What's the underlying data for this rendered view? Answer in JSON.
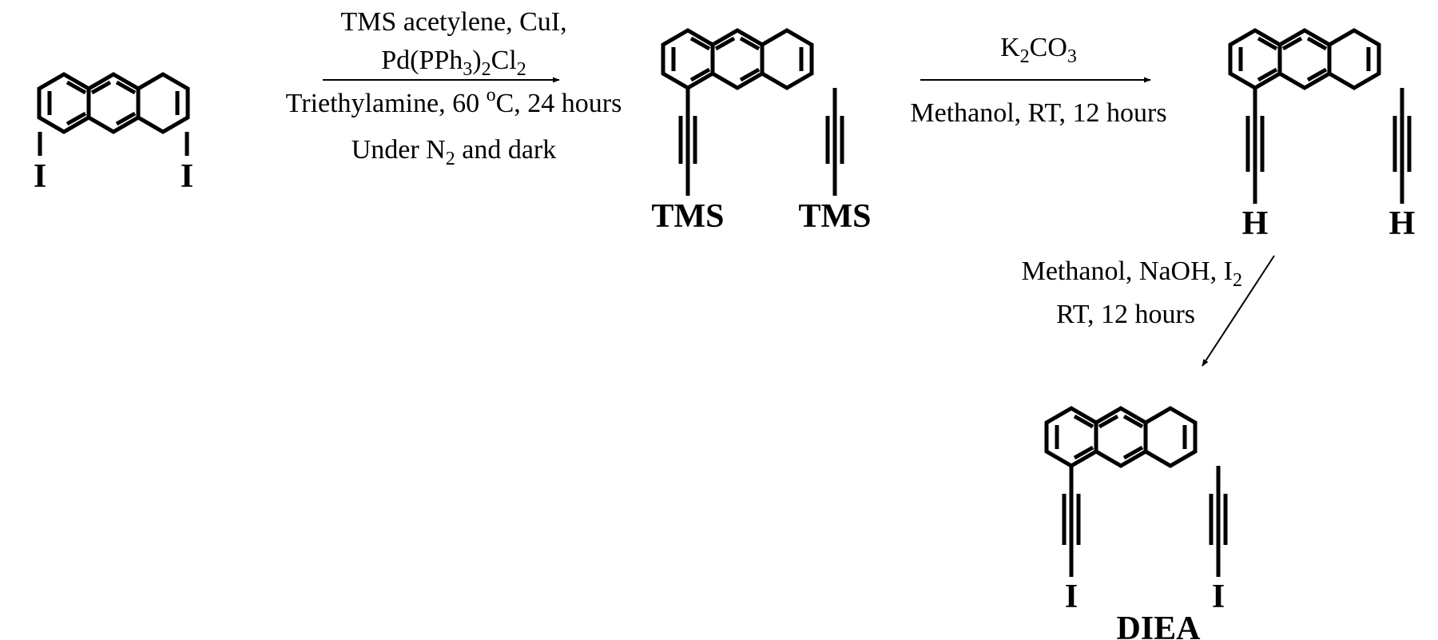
{
  "colors": {
    "ink": "#000000",
    "background": "#ffffff"
  },
  "molecules": {
    "start": {
      "substituents": [
        "I",
        "I"
      ]
    },
    "tms_product": {
      "substituents": [
        "TMS",
        "TMS"
      ]
    },
    "deprotected": {
      "substituents": [
        "H",
        "H"
      ]
    },
    "final": {
      "substituents": [
        "I",
        "I"
      ],
      "label": "DIEA"
    }
  },
  "conditions": {
    "step1": {
      "line1": "TMS acetylene, CuI,",
      "line2": {
        "a": "Pd(PPh",
        "b": "3",
        "c": ")",
        "d": "2",
        "e": "Cl",
        "f": "2"
      },
      "line3": {
        "a": "Triethylamine, 60 ",
        "b": "o",
        "c": "C, 24 hours"
      },
      "line4": {
        "a": "Under N",
        "b": "2",
        "c": " and dark"
      }
    },
    "step2": {
      "reagent": {
        "a": "K",
        "b": "2",
        "c": "CO",
        "d": "3"
      },
      "line2": "Methanol, RT, 12 hours"
    },
    "step3": {
      "line1": {
        "a": "Methanol, NaOH, I",
        "b": "2"
      },
      "line2": "RT, 12 hours"
    }
  }
}
